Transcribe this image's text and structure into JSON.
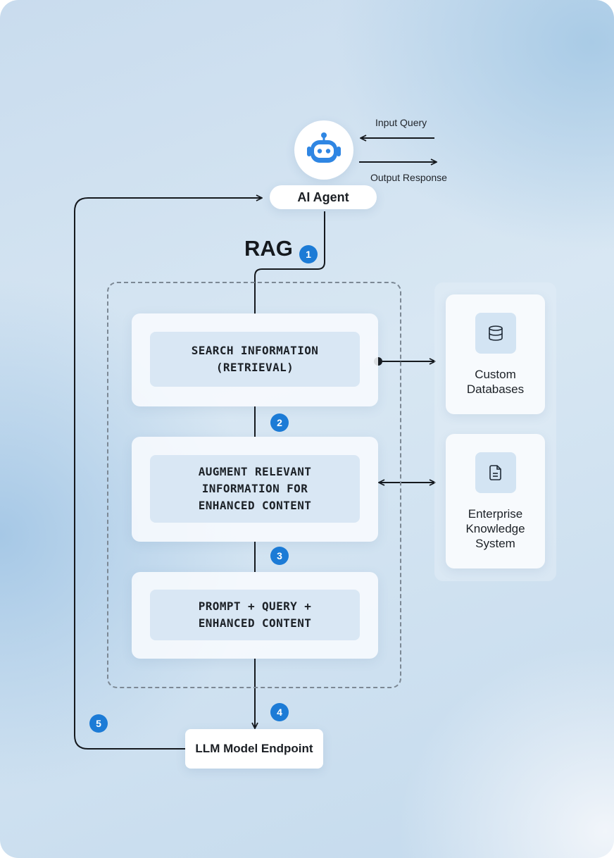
{
  "agent": {
    "icon": "robot-icon",
    "label": "AI Agent",
    "input_label": "Input Query",
    "output_label": "Output Response"
  },
  "rag": {
    "title": "RAG",
    "steps": [
      {
        "badge": "1",
        "text": "SEARCH INFORMATION\n(RETRIEVAL)"
      },
      {
        "badge": "2",
        "text": "AUGMENT RELEVANT\nINFORMATION FOR\nENHANCED CONTENT"
      },
      {
        "badge": "3",
        "text": "PROMPT + QUERY +\nENHANCED CONTENT"
      }
    ]
  },
  "sources": [
    {
      "icon": "database-icon",
      "label": "Custom\nDatabases"
    },
    {
      "icon": "document-icon",
      "label": "Enterprise\nKnowledge\nSystem"
    }
  ],
  "llm": {
    "label": "LLM Model Endpoint",
    "badge_in": "4",
    "badge_back": "5"
  },
  "colors": {
    "accent": "#1c7bd6",
    "line": "#15191e",
    "card_inner": "#d9e7f4"
  }
}
